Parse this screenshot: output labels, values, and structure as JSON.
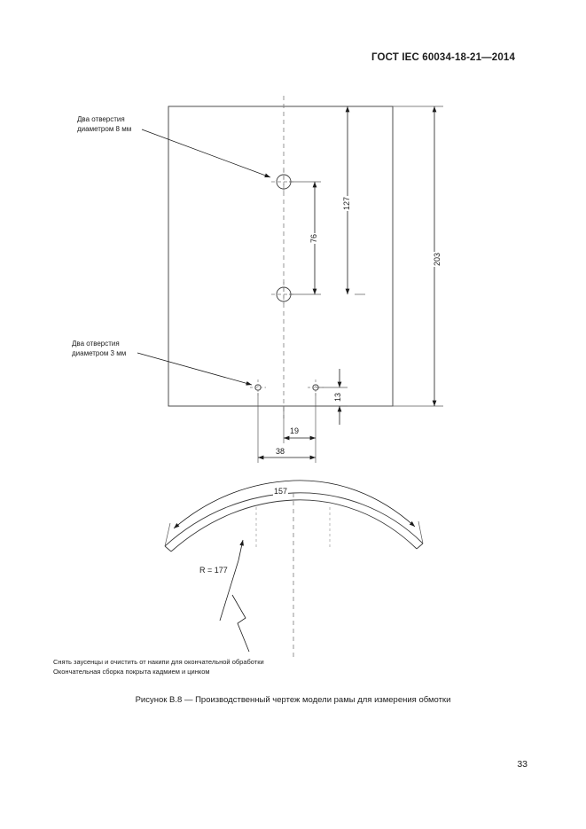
{
  "document": {
    "header": "ГОСТ IEC 60034-18-21—2014",
    "page_number": "33"
  },
  "figure": {
    "caption": "Рисунок В.8 — Производственный чертеж модели рамы для измерения обмотки",
    "callouts": [
      {
        "name": "large-holes",
        "line1": "Два отверстия",
        "line2": "диаметром 8 мм"
      },
      {
        "name": "small-holes",
        "line1": "Два отверстия",
        "line2": "диаметром 3 мм"
      }
    ],
    "dimensions": {
      "d76": "76",
      "d127": "127",
      "d203": "203",
      "d13": "13",
      "d19": "19",
      "d38": "38",
      "d157": "157",
      "radius": "R = 177"
    }
  },
  "notes": {
    "line1": "Снять заусенцы и очистить от накипи для окончательной обработки",
    "line2": "Окончательная сборка покрыта кадмием и цинком"
  },
  "colors": {
    "ink": "#1b1b1b",
    "line": "#3a3a3a",
    "paper": "#ffffff"
  }
}
